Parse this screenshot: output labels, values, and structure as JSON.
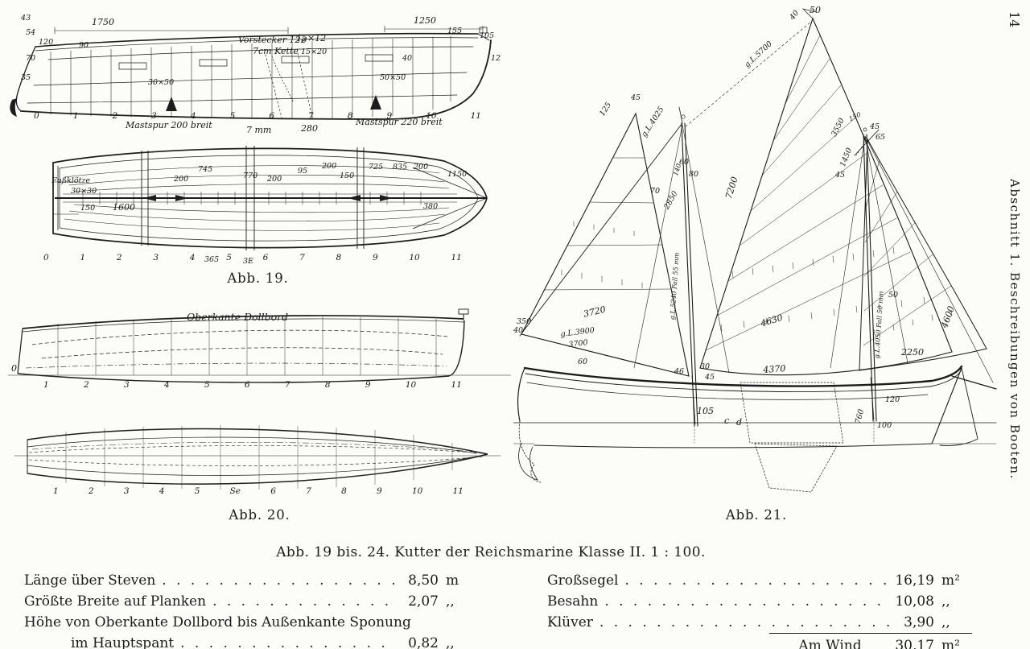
{
  "page": {
    "number": "14",
    "margin_header": "Abschnitt 1.  Beschreibungen von Booten.",
    "main_caption": "Abb. 19 bis. 24.  Kutter der Reichsmarine Klasse II.  1 : 100."
  },
  "leader": ". . . . . . . . . . . . . . . . . . . . . . . . . . . . . . . . . . . . .",
  "abb19": {
    "caption": "Abb. 19.",
    "sec": [
      "43",
      "54",
      "120",
      "1750",
      "90",
      "70",
      "35",
      "Vorstecker 12⌀",
      "15×12",
      "7cm Kette",
      "15×20",
      "1250",
      "155",
      "105",
      "12",
      "40",
      "50×50",
      "30×50",
      "Mastspur 200 breit",
      "7 mm",
      "280",
      "Mastspur 220 breit"
    ],
    "sec_st": [
      "0",
      "1",
      "2",
      "3",
      "4",
      "5",
      "6",
      "7",
      "8",
      "9",
      "10",
      "11"
    ],
    "plan": [
      "Fußklötze",
      "30×30",
      "150",
      "1600",
      "200",
      "745",
      "770",
      "200",
      "95",
      "200",
      "150",
      "725",
      "835",
      "200",
      "1150",
      "380",
      "365",
      "3E"
    ],
    "plan_st": [
      "0",
      "1",
      "2",
      "3",
      "4",
      "5",
      "6",
      "7",
      "8",
      "9",
      "10",
      "11"
    ]
  },
  "abb20": {
    "caption": "Abb. 20.",
    "dollbord": "Oberkante Dollbord",
    "zero": "0",
    "st1": [
      "1",
      "2",
      "3",
      "4",
      "5",
      "6",
      "7",
      "8",
      "9",
      "10",
      "11"
    ],
    "st2": [
      "1",
      "2",
      "3",
      "4",
      "5",
      "Se",
      "6",
      "7",
      "8",
      "9",
      "10",
      "11"
    ]
  },
  "abb21": {
    "caption": "Abb. 21.",
    "ann": [
      "50",
      "40",
      "g.L.5700",
      "45",
      "125",
      "g.L.4025",
      "140",
      "60",
      "80",
      "70",
      "2850",
      "g.L.5240 Fall 55 mm",
      "7200",
      "3720",
      "g.L.3900",
      "3700",
      "60",
      "350",
      "40",
      "4630",
      "4370",
      "30",
      "45",
      "46",
      "105",
      "c",
      "d",
      "150",
      "3550",
      "45",
      "65",
      "1450",
      "45",
      "50",
      "g.L.4050 Fall 50 mm",
      "4600",
      "2250",
      "120",
      "760",
      "100"
    ]
  },
  "specs_left": {
    "rows": [
      {
        "label": "Länge über Steven",
        "value": "8,50",
        "unit": "m"
      },
      {
        "label": "Größte Breite auf Planken",
        "value": "2,07",
        "unit": ",,"
      },
      {
        "label": "Höhe von Oberkante Dollbord bis Außenkante Sponung",
        "label2": "im Hauptspant",
        "value": "0,82",
        "unit": ",,"
      }
    ]
  },
  "specs_right": {
    "rows": [
      {
        "label": "Großsegel",
        "value": "16,19",
        "unit": "m²"
      },
      {
        "label": "Besahn",
        "value": "10,08",
        "unit": ",,"
      },
      {
        "label": "Klüver",
        "value": "3,90",
        "unit": ",,"
      }
    ],
    "total_label": "Am Wind",
    "total_value": "30,17",
    "total_unit": "m²"
  }
}
